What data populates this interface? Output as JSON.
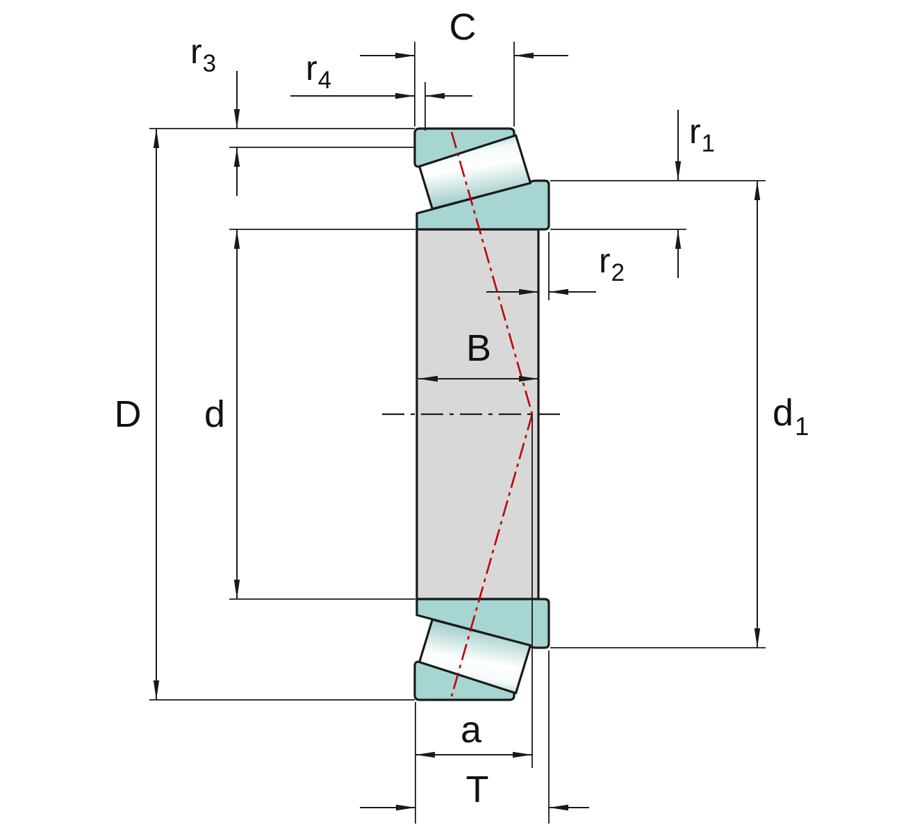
{
  "figure": {
    "kind": "bearing-cross-section-drawing",
    "labels": {
      "D": "D",
      "d": "d",
      "d1": {
        "base": "d",
        "sub": "1"
      },
      "B": "B",
      "C": "C",
      "T": "T",
      "a": "a",
      "r1": {
        "base": "r",
        "sub": "1"
      },
      "r2": {
        "base": "r",
        "sub": "2"
      },
      "r3": {
        "base": "r",
        "sub": "3"
      },
      "r4": {
        "base": "r",
        "sub": "4"
      }
    },
    "colors": {
      "ring_fill": "#a6d5d2",
      "bore_fill": "#d8d8d8",
      "outline": "#1a1a1a",
      "pressure_line": "#c00000",
      "roller_light": "#ffffff",
      "roller_shade": "#86c0bb"
    }
  }
}
